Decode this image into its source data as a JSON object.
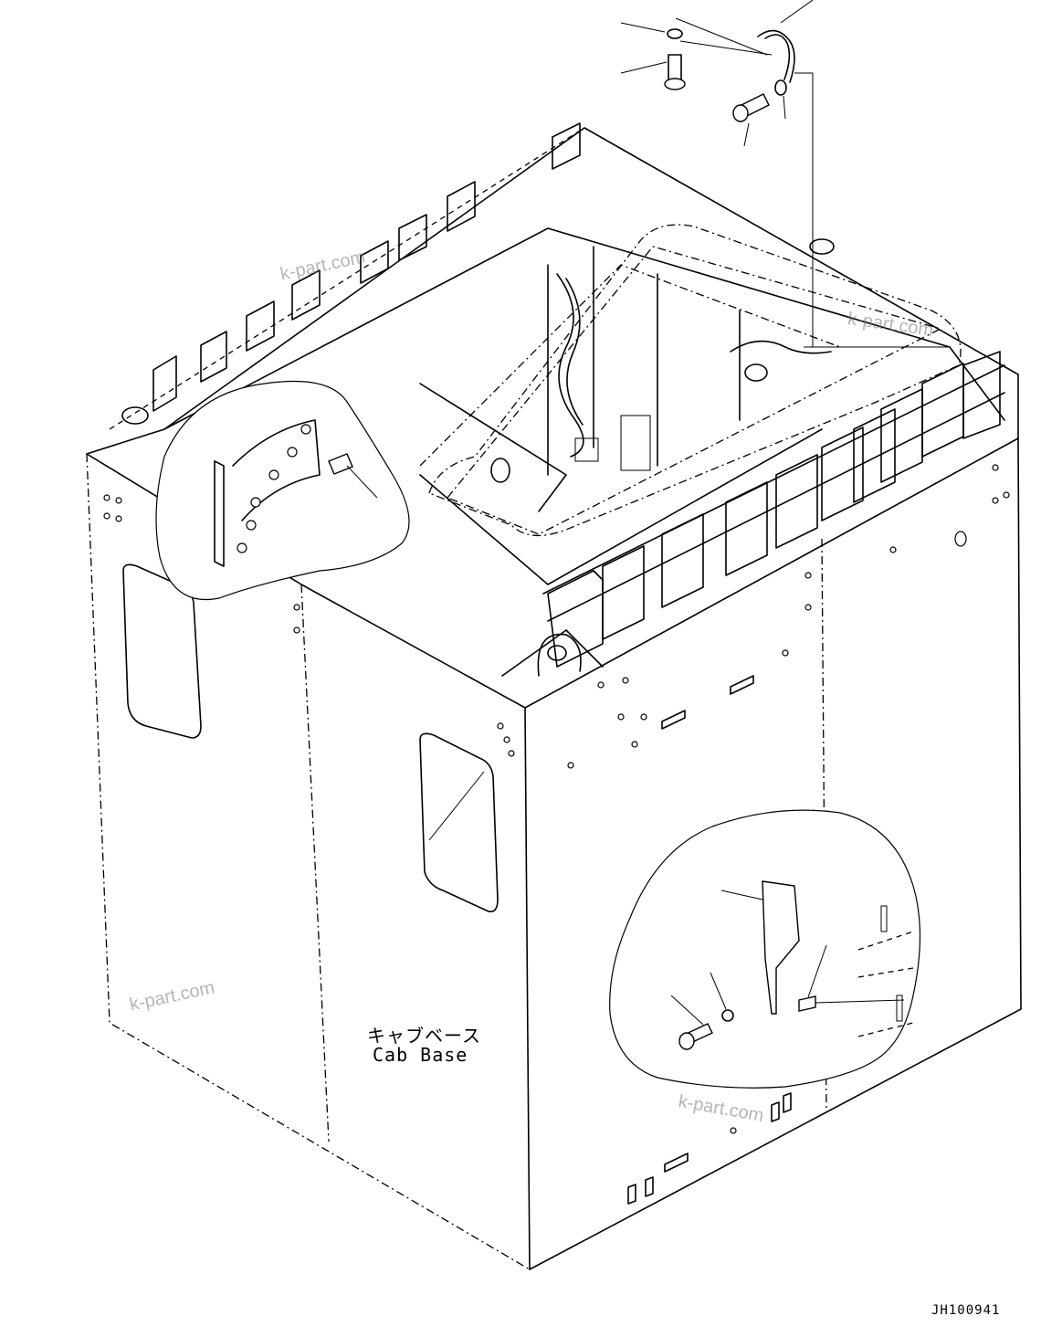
{
  "labels": {
    "part_name_jp": "キャブベース",
    "part_name_en": "Cab Base",
    "drawing_code": "JH100941"
  },
  "watermark": "k-part.com"
}
